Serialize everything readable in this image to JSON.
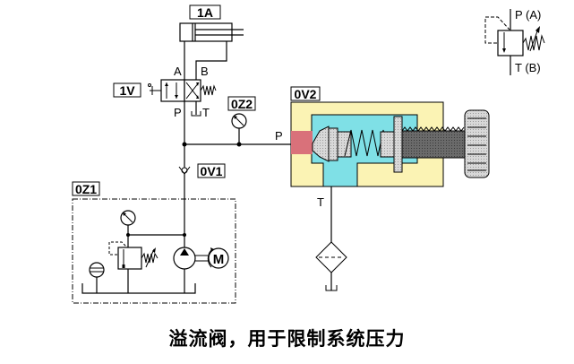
{
  "diagram": {
    "title": "Pressure relief valve hydraulic circuit",
    "components": {
      "cylinder": {
        "tag": "1A"
      },
      "directional_valve": {
        "tag": "1V",
        "ports": {
          "a": "A",
          "b": "B",
          "p": "P",
          "t": "T"
        }
      },
      "pressure_gauge_main": {
        "tag": "0Z2"
      },
      "check_valve": {
        "tag": "0V1"
      },
      "relief_valve_cutaway": {
        "tag": "0V2",
        "port_in": "P",
        "port_out": "T"
      },
      "power_unit": {
        "tag": "0Z1",
        "motor_label": "M"
      },
      "symbol_legend": {
        "port_top": "P (A)",
        "port_bottom": "T (B)"
      }
    },
    "colors": {
      "valve_body": "#fbf3b4",
      "fluid": "#7fe0e6",
      "inlet": "#d9717a",
      "line": "#000000"
    }
  },
  "caption": "溢流阀，用于限制系统压力"
}
